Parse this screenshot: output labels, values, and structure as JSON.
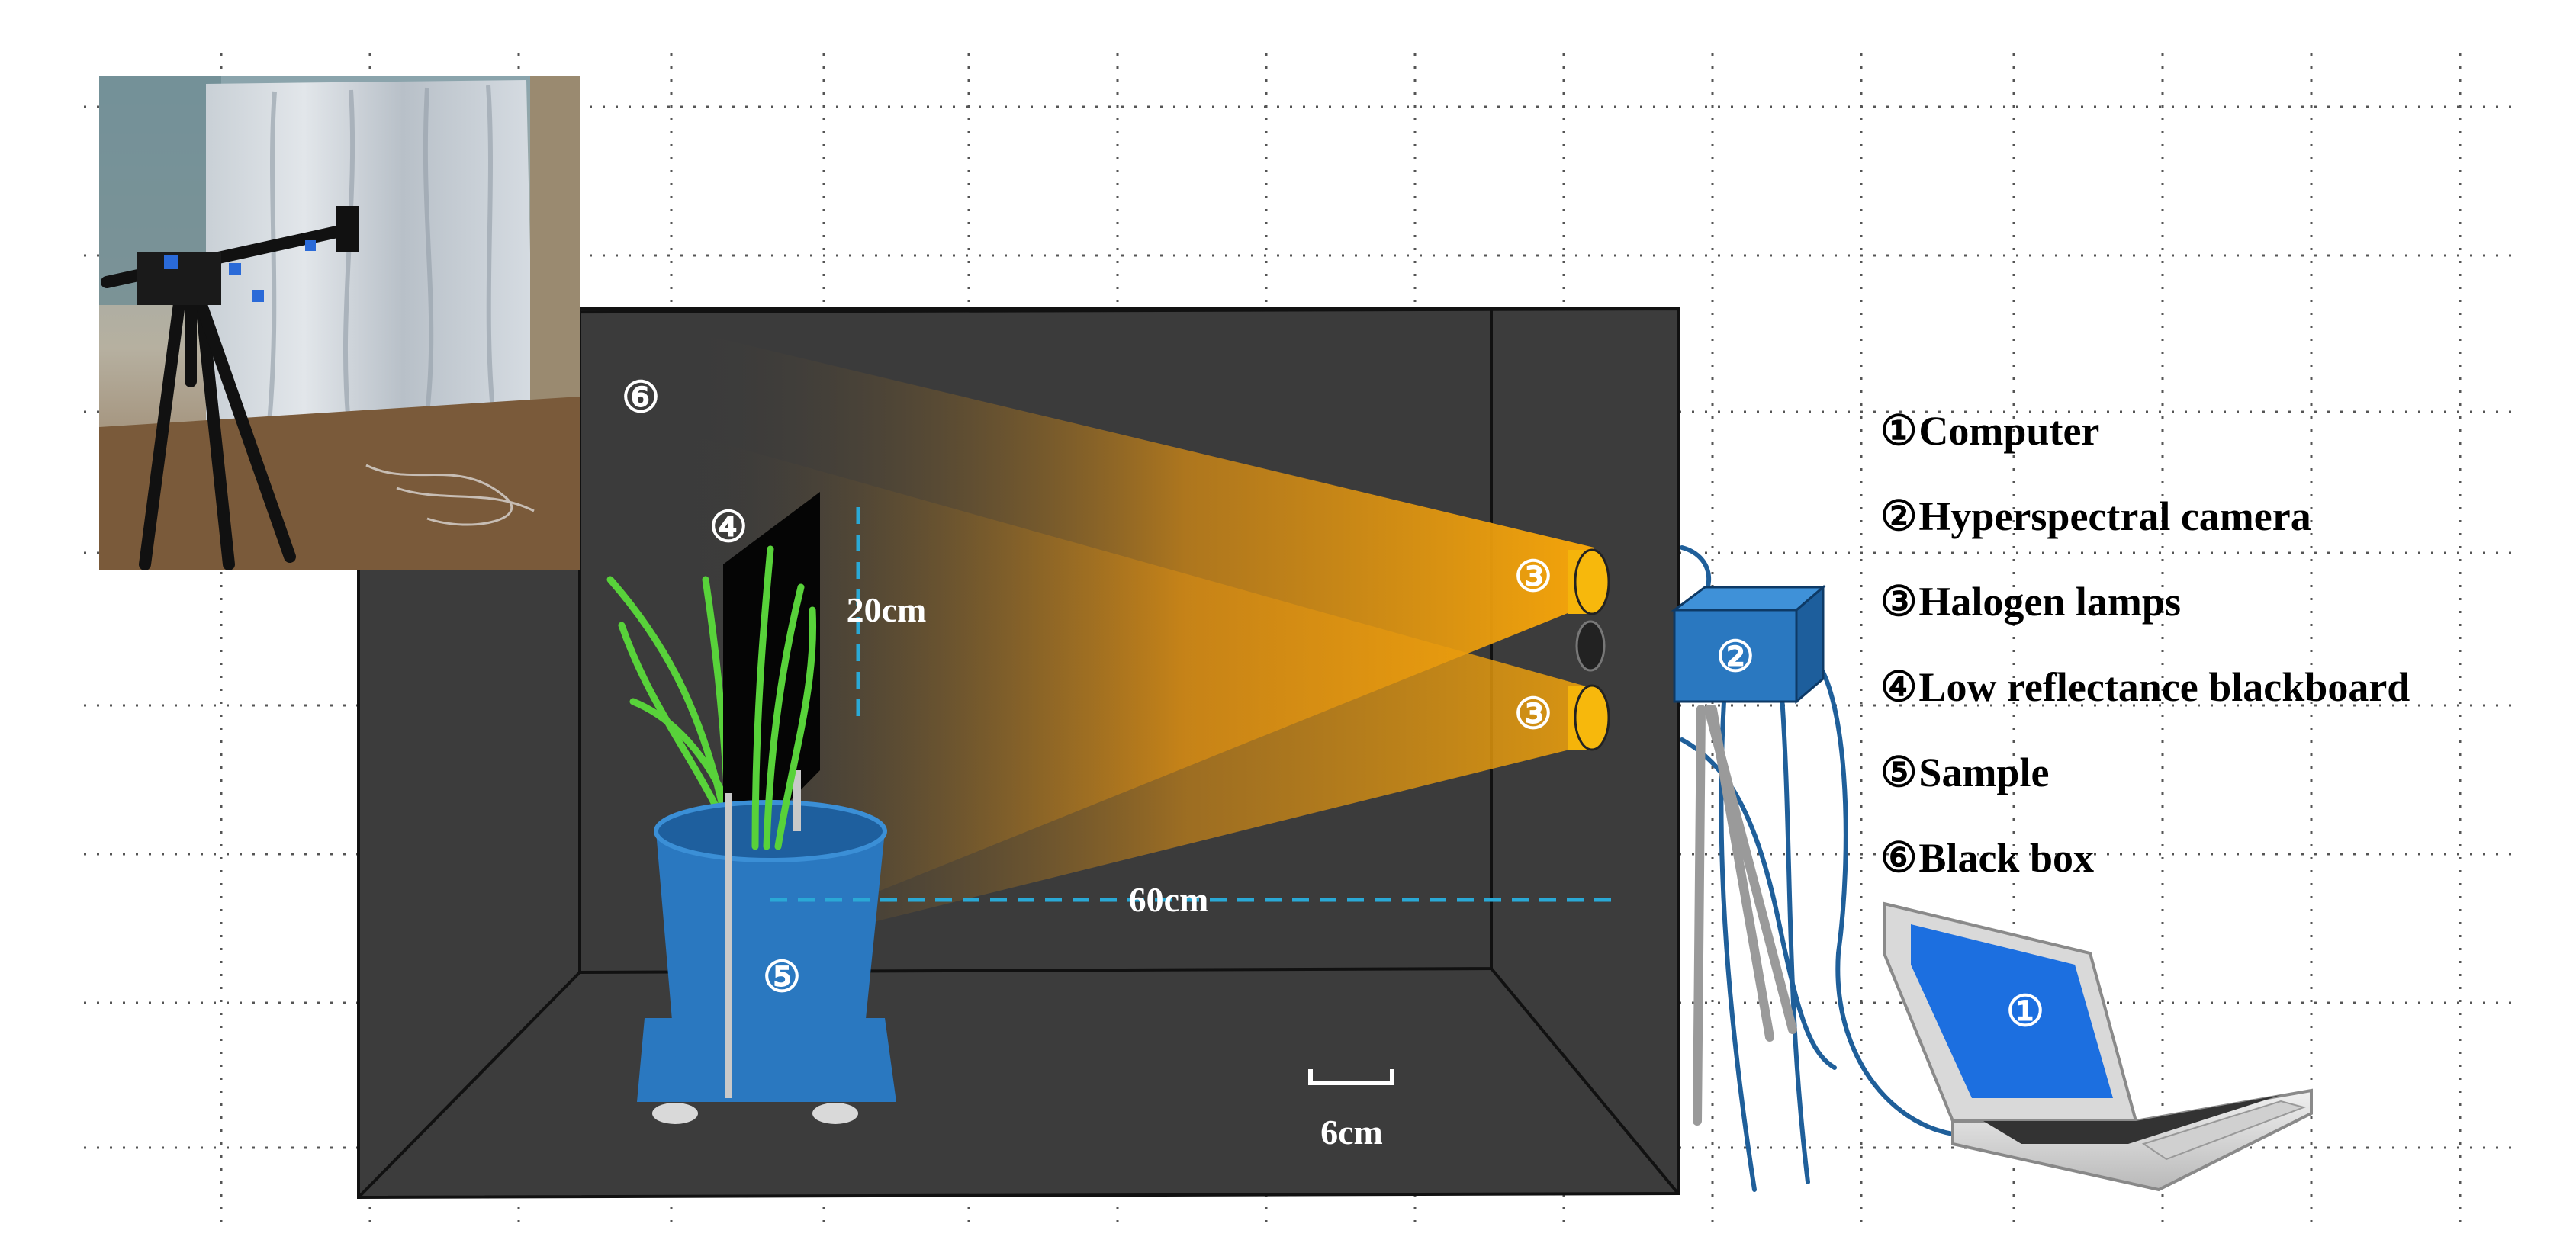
{
  "markers": {
    "computer": "①",
    "camera": "②",
    "lamp_top": "③",
    "lamp_bottom": "③",
    "blackboard": "④",
    "sample": "⑤",
    "black_box": "⑥"
  },
  "dimensions": {
    "board_height": "20cm",
    "distance": "60cm",
    "scale_bar": "6cm"
  },
  "legend": [
    {
      "num": "①",
      "label": "Computer"
    },
    {
      "num": "②",
      "label": "Hyperspectral camera"
    },
    {
      "num": "③",
      "label": "Halogen lamps"
    },
    {
      "num": "④",
      "label": "Low reflectance blackboard"
    },
    {
      "num": "⑤",
      "label": "Sample"
    },
    {
      "num": "⑥",
      "label": "Black box"
    }
  ],
  "colors": {
    "box": "#3c3c3c",
    "edge": "#111111",
    "light": "#f5a623",
    "device": "#2a78c0",
    "dim_line": "#2aa9d6",
    "leaf": "#5ad23c"
  }
}
